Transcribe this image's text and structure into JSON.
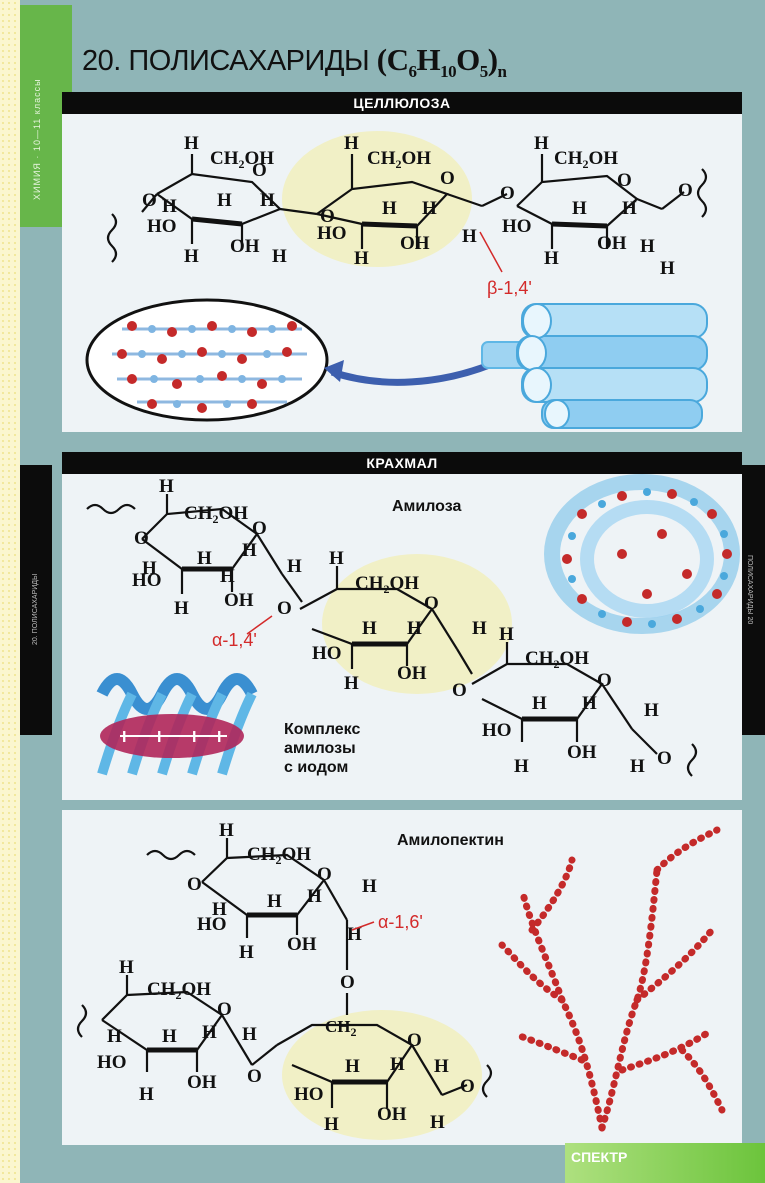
{
  "header": {
    "number": "20.",
    "title_word": "ПОЛИСАХАРИДЫ",
    "formula": {
      "c": "C",
      "c_sub": "6",
      "h": "H",
      "h_sub": "10",
      "o": "O",
      "o_sub": "5",
      "n": "n"
    }
  },
  "left_strip": {
    "label": "ХИМИЯ · 10—11 классы"
  },
  "side_tabs": {
    "left": "20. ПОЛИСАХАРИДЫ",
    "right": "ПОЛИСАХАРИДЫ 20"
  },
  "sections": {
    "cellulose": {
      "title": "ЦЕЛЛЮЛОЗА",
      "bond_label": "β-1,4'"
    },
    "starch": {
      "title": "КРАХМАЛ",
      "amylose_label": "Амилоза",
      "bond_label": "α-1,4'",
      "complex_lines": [
        "Комплекс",
        "амилозы",
        "с иодом"
      ],
      "iodine": "I"
    },
    "amylopectin": {
      "title": "Амилопектин",
      "bond_label": "α-1,6'"
    }
  },
  "atoms": {
    "h": "H",
    "ch2oh": "CH",
    "ch2oh_sub": "2",
    "ch2oh_tail": "OH",
    "oh": "OH",
    "ho": "HO",
    "o": "O",
    "ch2": "CH"
  },
  "colors": {
    "poster_bg": "#8fb5b7",
    "accent_green": "#67b64a",
    "bond_red": "#d32a2a",
    "highlight": "#f1f0c6",
    "fiber_blue": "#5fb7e6",
    "chain_red": "#c42a2a"
  },
  "footer": {
    "logo": "СПЕКТР"
  }
}
